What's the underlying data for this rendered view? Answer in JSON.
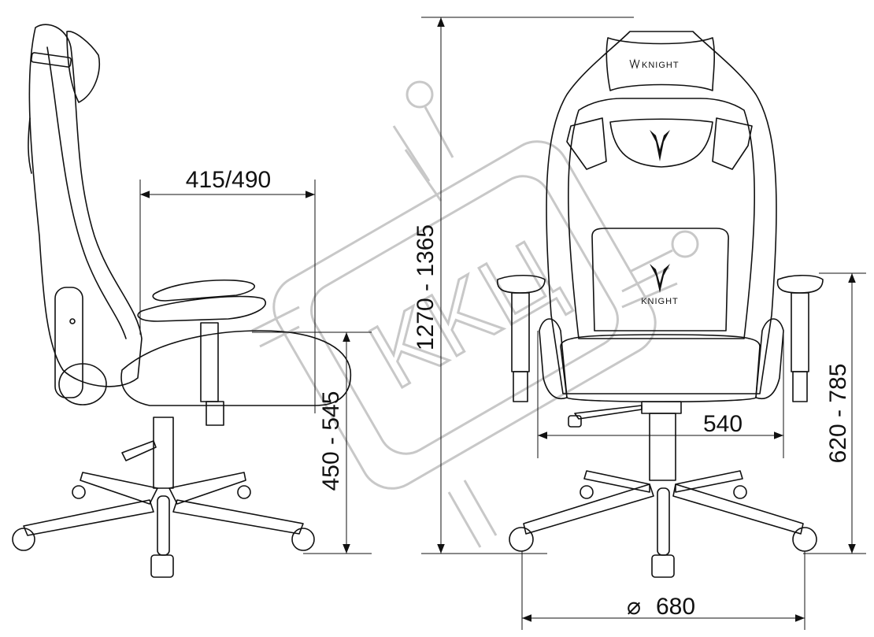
{
  "dimensions": {
    "seat_depth": "415/490",
    "seat_height": "450 - 545",
    "total_height": "1270 - 1365",
    "seat_width": "540",
    "armrest_height": "620 - 785",
    "base_diameter_symbol": "⌀",
    "base_diameter": "680"
  },
  "branding": {
    "headrest_logo": "KNIGHT",
    "lumbar_logo": "KNIGHT"
  },
  "watermark": "KKЦ"
}
